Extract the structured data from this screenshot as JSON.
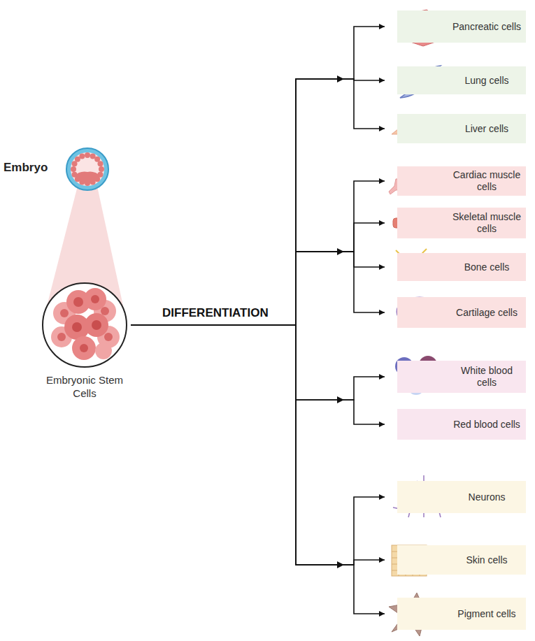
{
  "diagram": {
    "nodes": [
      {
        "text": [
          "Embryo"
        ]
      },
      {
        "text": [
          "Embryonic Stem Cells"
        ]
      },
      {
        "text": [
          "Pancreatic cells"
        ]
      },
      {
        "text": [
          "Lung cells"
        ]
      },
      {
        "text": [
          "Liver cells"
        ]
      },
      {
        "text": [
          "Cardiac muscle cells"
        ]
      },
      {
        "text": [
          "Skeletal muscle cells"
        ]
      },
      {
        "text": [
          "Bone cells"
        ]
      },
      {
        "text": [
          "Cartilage cells"
        ]
      },
      {
        "text": [
          "White blood cells"
        ]
      },
      {
        "text": [
          "Red blood cells"
        ]
      },
      {
        "text": [
          "Neurons"
        ]
      },
      {
        "text": [
          "Skin cells"
        ]
      },
      {
        "text": [
          "Pigment cells"
        ]
      }
    ],
    "edges": [
      {
        "from": 1,
        "to": 2,
        "arrow": "to"
      },
      {
        "from": 1,
        "to": 3,
        "arrow": "to"
      },
      {
        "from": 1,
        "to": 4,
        "arrow": "to"
      },
      {
        "from": 1,
        "to": 5,
        "arrow": "to"
      },
      {
        "from": 1,
        "to": 6,
        "arrow": "to"
      },
      {
        "from": 1,
        "to": 7,
        "arrow": "to"
      },
      {
        "from": 1,
        "to": 8,
        "arrow": "to"
      },
      {
        "from": 1,
        "to": 9,
        "arrow": "to"
      },
      {
        "from": 1,
        "to": 10,
        "arrow": "to"
      },
      {
        "from": 1,
        "to": 11,
        "arrow": "to"
      },
      {
        "from": 1,
        "to": 12,
        "arrow": "to"
      },
      {
        "from": 1,
        "to": 13,
        "arrow": "to"
      }
    ],
    "labels": [
      "DIFFERENTIATION"
    ]
  }
}
